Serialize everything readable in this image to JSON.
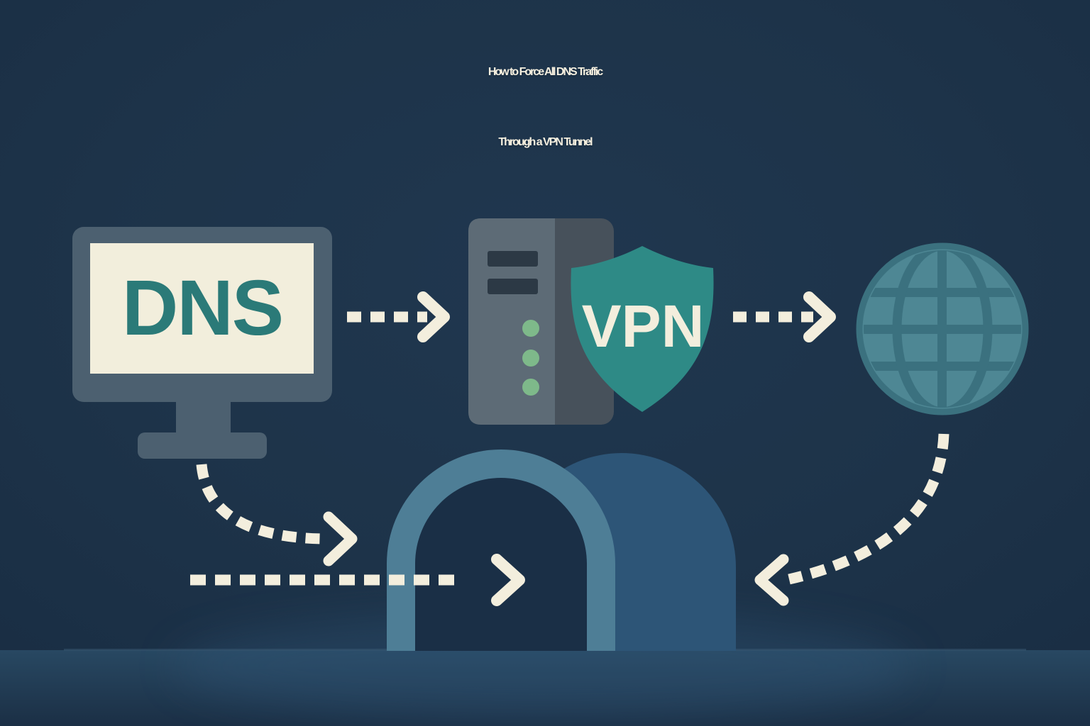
{
  "title": {
    "line1": "How to Force All DNS Traffic",
    "line2": "Through a VPN Tunnel"
  },
  "labels": {
    "dns": "DNS",
    "vpn": "VPN"
  },
  "icons": {
    "monitor": "monitor-icon",
    "server": "server-tower-icon",
    "shield": "vpn-shield-icon",
    "globe": "globe-icon",
    "tunnel": "tunnel-icon",
    "arrows": "dashed-arrow-icon"
  },
  "colors": {
    "background": "#1d3349",
    "title_text": "#f5efdf",
    "monitor_frame": "#4c6070",
    "screen_cream": "#f2eedc",
    "dns_text_teal": "#2b7a78",
    "server_front": "#5d6b76",
    "server_side": "#47515b",
    "server_slot": "#2c3945",
    "led_green": "#7eb98a",
    "shield_teal": "#2e8a86",
    "vpn_text_cream": "#f3eedd",
    "globe_fill": "#4e8794",
    "globe_lines": "#3b717f",
    "tunnel_front": "#4e7e96",
    "tunnel_depth": "#2d5577",
    "tunnel_interior": "#1a2f46",
    "ground": "#27465f",
    "arrow_cream": "#f3eedd"
  }
}
